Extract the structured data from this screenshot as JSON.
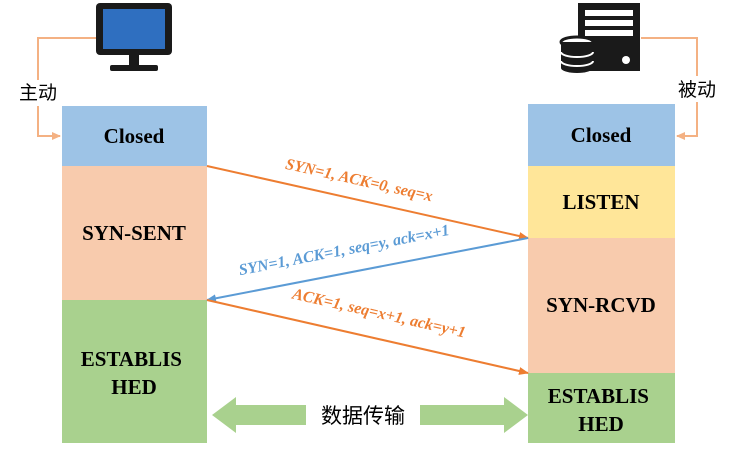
{
  "client": {
    "role_label": "主动",
    "icon": "computer-icon",
    "states": [
      {
        "label": "Closed",
        "color": "#9dc3e6"
      },
      {
        "label": "SYN-SENT",
        "color": "#f8cbad"
      },
      {
        "label": "ESTABLIS\nHED",
        "color": "#a9d18e"
      }
    ]
  },
  "server": {
    "role_label": "被动",
    "icon": "server-icon",
    "states": [
      {
        "label": "Closed",
        "color": "#9dc3e6"
      },
      {
        "label": "LISTEN",
        "color": "#ffe699"
      },
      {
        "label": "SYN-RCVD",
        "color": "#f8cbad"
      },
      {
        "label": "ESTABLIS\nHED",
        "color": "#a9d18e"
      }
    ]
  },
  "messages": [
    {
      "text": "SYN=1, ACK=0, seq=x",
      "color": "#ed7d31"
    },
    {
      "text": "SYN=1, ACK=1, seq=y, ack=x+1",
      "color": "#5b9bd5"
    },
    {
      "text": "ACK=1, seq=x+1, ack=y+1",
      "color": "#ed7d31"
    }
  ],
  "data_transfer": {
    "label": "数据传输",
    "color": "#a9d18e"
  },
  "colors": {
    "loop_arrow": "#f4b183"
  }
}
